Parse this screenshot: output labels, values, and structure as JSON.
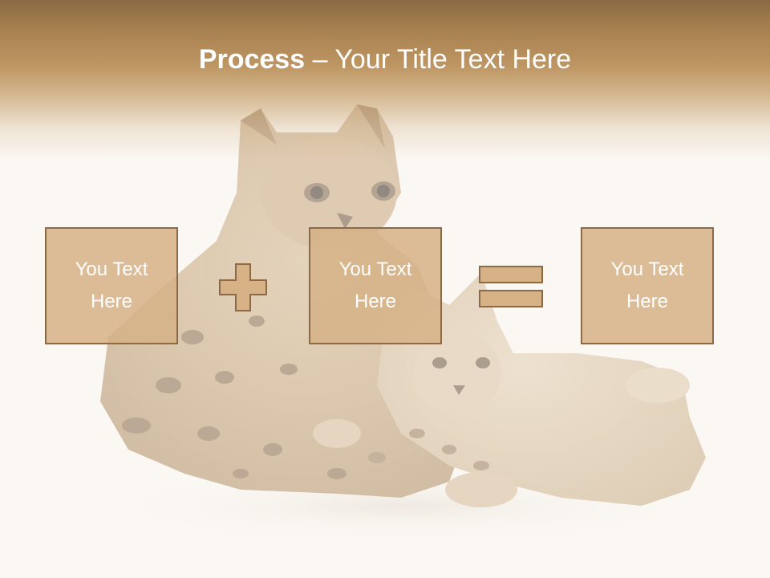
{
  "slide": {
    "title_bold": "Process",
    "title_rest": "– Your Title Text Here"
  },
  "boxes": [
    {
      "text": "You Text Here"
    },
    {
      "text": "You Text Here"
    },
    {
      "text": "You Text Here"
    }
  ],
  "operators": {
    "first": "plus-icon",
    "second": "equals-icon"
  },
  "colors": {
    "header_top": "#8a6a45",
    "header_mid": "#bf9764",
    "box_fill": "#d6b286",
    "box_border": "#8c6a48",
    "operator_fill": "#d6b286",
    "text": "#ffffff",
    "background": "#fbf8f4"
  }
}
